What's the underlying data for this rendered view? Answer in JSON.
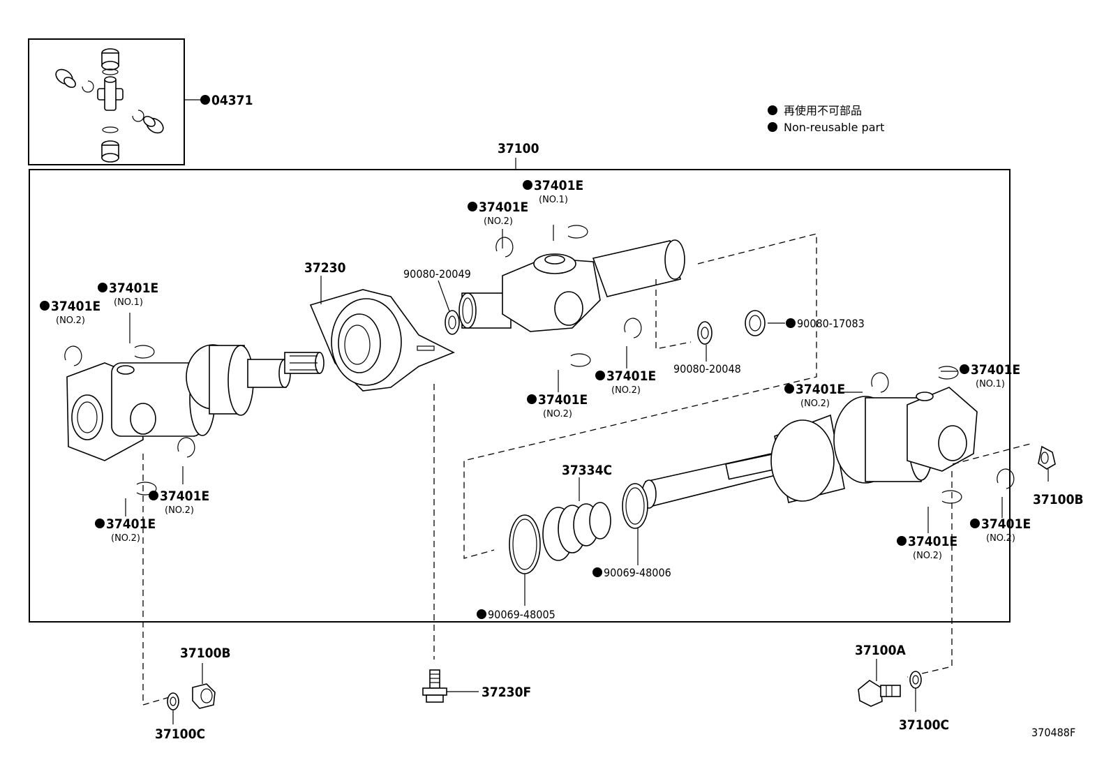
{
  "legend": {
    "line1": "再使用不可部品",
    "line2": "Non-reusable part"
  },
  "kit": {
    "label": "04371"
  },
  "assembly": {
    "label": "37100"
  },
  "labels": {
    "center_bearing": "37230",
    "boot": "37334C",
    "cap_ring": "90080-20049",
    "cap_ring2": "90080-20048",
    "grease_fitting": "90080-17083",
    "clamp_small": "90069-48006",
    "clamp_large": "90069-48005",
    "bolt": "37230F",
    "nut_left": "37100B",
    "nut_right": "37100B",
    "washer_left": "37100C",
    "washer_right": "37100C",
    "bolt_right": "37100A",
    "snap_ring": "37401E",
    "no1": "(NO.1)",
    "no2": "(NO.2)"
  },
  "diagram_code": "370488F"
}
